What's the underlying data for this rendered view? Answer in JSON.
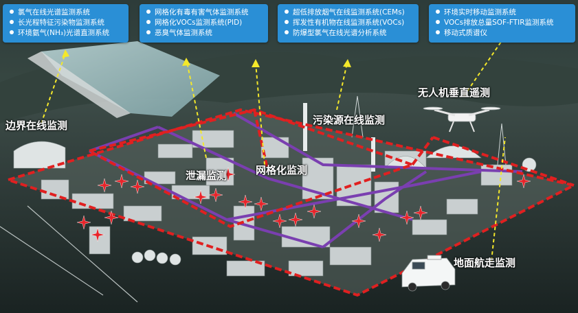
{
  "panels": [
    {
      "items": [
        "氯气在线光谱监测系统",
        "长光程特征污染物监测系统",
        "环境氨气(NH₃)光谱直测系统"
      ]
    },
    {
      "items": [
        "网格化有毒有害气体监测系统",
        "网格化VOCs监测系统(PID)",
        "恶臭气体监测系统"
      ]
    },
    {
      "items": [
        "超低排放烟气在线监测系统(CEMs)",
        "挥发性有机物在线监测系统(VOCs)",
        "防爆型氯气在线光谱分析系统"
      ]
    },
    {
      "items": [
        "环境实时移动监测系统",
        "VOCs排放总量SOF-FTIR监测系统",
        "移动式质谱仪"
      ]
    }
  ],
  "labels": {
    "boundary": "边界在线监测",
    "leak": "泄漏监测",
    "grid": "网格化监测",
    "source": "污染源在线监测",
    "drone": "无人机垂直遥测",
    "ground": "地面航走监测"
  },
  "colors": {
    "panel": "#2a8fd6",
    "boundary_line": "#e02020",
    "grid_line": "#7a3fb0",
    "arrow": "#f4e82a",
    "leak_marker": "#e8242a"
  },
  "leak_marker_count": 19
}
